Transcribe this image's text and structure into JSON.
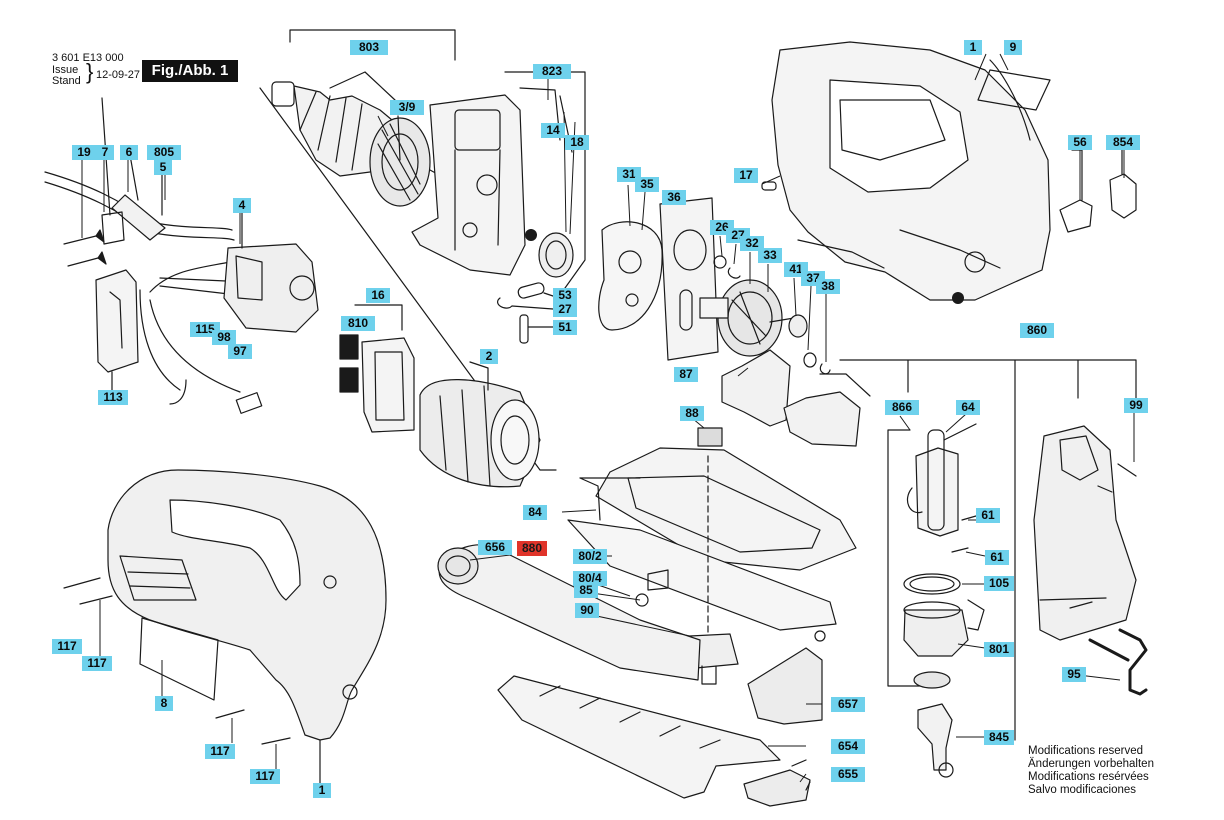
{
  "header": {
    "part_number": "3 601 E13 000",
    "issue": "Issue",
    "stand": "Stand",
    "date": "12-09-27",
    "figure": "Fig./Abb. 1"
  },
  "notes": [
    "Modifications reserved",
    "Änderungen vorbehalten",
    "Modifications resérvées",
    "Salvo modificaciones"
  ],
  "colors": {
    "label_bg": "#6ed1ec",
    "highlight_bg": "#e0342a",
    "line": "#1a1a1a"
  },
  "labels": [
    {
      "id": "803",
      "text": "803"
    },
    {
      "id": "3-9",
      "text": "3/9"
    },
    {
      "id": "823",
      "text": "823"
    },
    {
      "id": "14",
      "text": "14"
    },
    {
      "id": "18",
      "text": "18"
    },
    {
      "id": "53",
      "text": "53"
    },
    {
      "id": "27a",
      "text": "27"
    },
    {
      "id": "51",
      "text": "51"
    },
    {
      "id": "19",
      "text": "19"
    },
    {
      "id": "7",
      "text": "7"
    },
    {
      "id": "6",
      "text": "6"
    },
    {
      "id": "805",
      "text": "805"
    },
    {
      "id": "5",
      "text": "5"
    },
    {
      "id": "4",
      "text": "4"
    },
    {
      "id": "115",
      "text": "115"
    },
    {
      "id": "98",
      "text": "98"
    },
    {
      "id": "97",
      "text": "97"
    },
    {
      "id": "113",
      "text": "113"
    },
    {
      "id": "16",
      "text": "16"
    },
    {
      "id": "810",
      "text": "810"
    },
    {
      "id": "2",
      "text": "2"
    },
    {
      "id": "31",
      "text": "31"
    },
    {
      "id": "35",
      "text": "35"
    },
    {
      "id": "36",
      "text": "36"
    },
    {
      "id": "26",
      "text": "26"
    },
    {
      "id": "27b",
      "text": "27"
    },
    {
      "id": "32",
      "text": "32"
    },
    {
      "id": "33",
      "text": "33"
    },
    {
      "id": "41",
      "text": "41"
    },
    {
      "id": "37",
      "text": "37"
    },
    {
      "id": "38",
      "text": "38"
    },
    {
      "id": "87",
      "text": "87"
    },
    {
      "id": "1a",
      "text": "1"
    },
    {
      "id": "9",
      "text": "9"
    },
    {
      "id": "17",
      "text": "17"
    },
    {
      "id": "56",
      "text": "56"
    },
    {
      "id": "854",
      "text": "854"
    },
    {
      "id": "860",
      "text": "860"
    },
    {
      "id": "866",
      "text": "866"
    },
    {
      "id": "64",
      "text": "64"
    },
    {
      "id": "99",
      "text": "99"
    },
    {
      "id": "61a",
      "text": "61"
    },
    {
      "id": "61b",
      "text": "61"
    },
    {
      "id": "105",
      "text": "105"
    },
    {
      "id": "801",
      "text": "801"
    },
    {
      "id": "95",
      "text": "95"
    },
    {
      "id": "845",
      "text": "845"
    },
    {
      "id": "88",
      "text": "88"
    },
    {
      "id": "84",
      "text": "84"
    },
    {
      "id": "880",
      "text": "880"
    },
    {
      "id": "80-2",
      "text": "80/2"
    },
    {
      "id": "80-4",
      "text": "80/4"
    },
    {
      "id": "85",
      "text": "85"
    },
    {
      "id": "90",
      "text": "90"
    },
    {
      "id": "656",
      "text": "656"
    },
    {
      "id": "657",
      "text": "657"
    },
    {
      "id": "654",
      "text": "654"
    },
    {
      "id": "655",
      "text": "655"
    },
    {
      "id": "117a",
      "text": "117"
    },
    {
      "id": "117b",
      "text": "117"
    },
    {
      "id": "117c",
      "text": "117"
    },
    {
      "id": "117d",
      "text": "117"
    },
    {
      "id": "8",
      "text": "8"
    },
    {
      "id": "1b",
      "text": "1"
    }
  ]
}
